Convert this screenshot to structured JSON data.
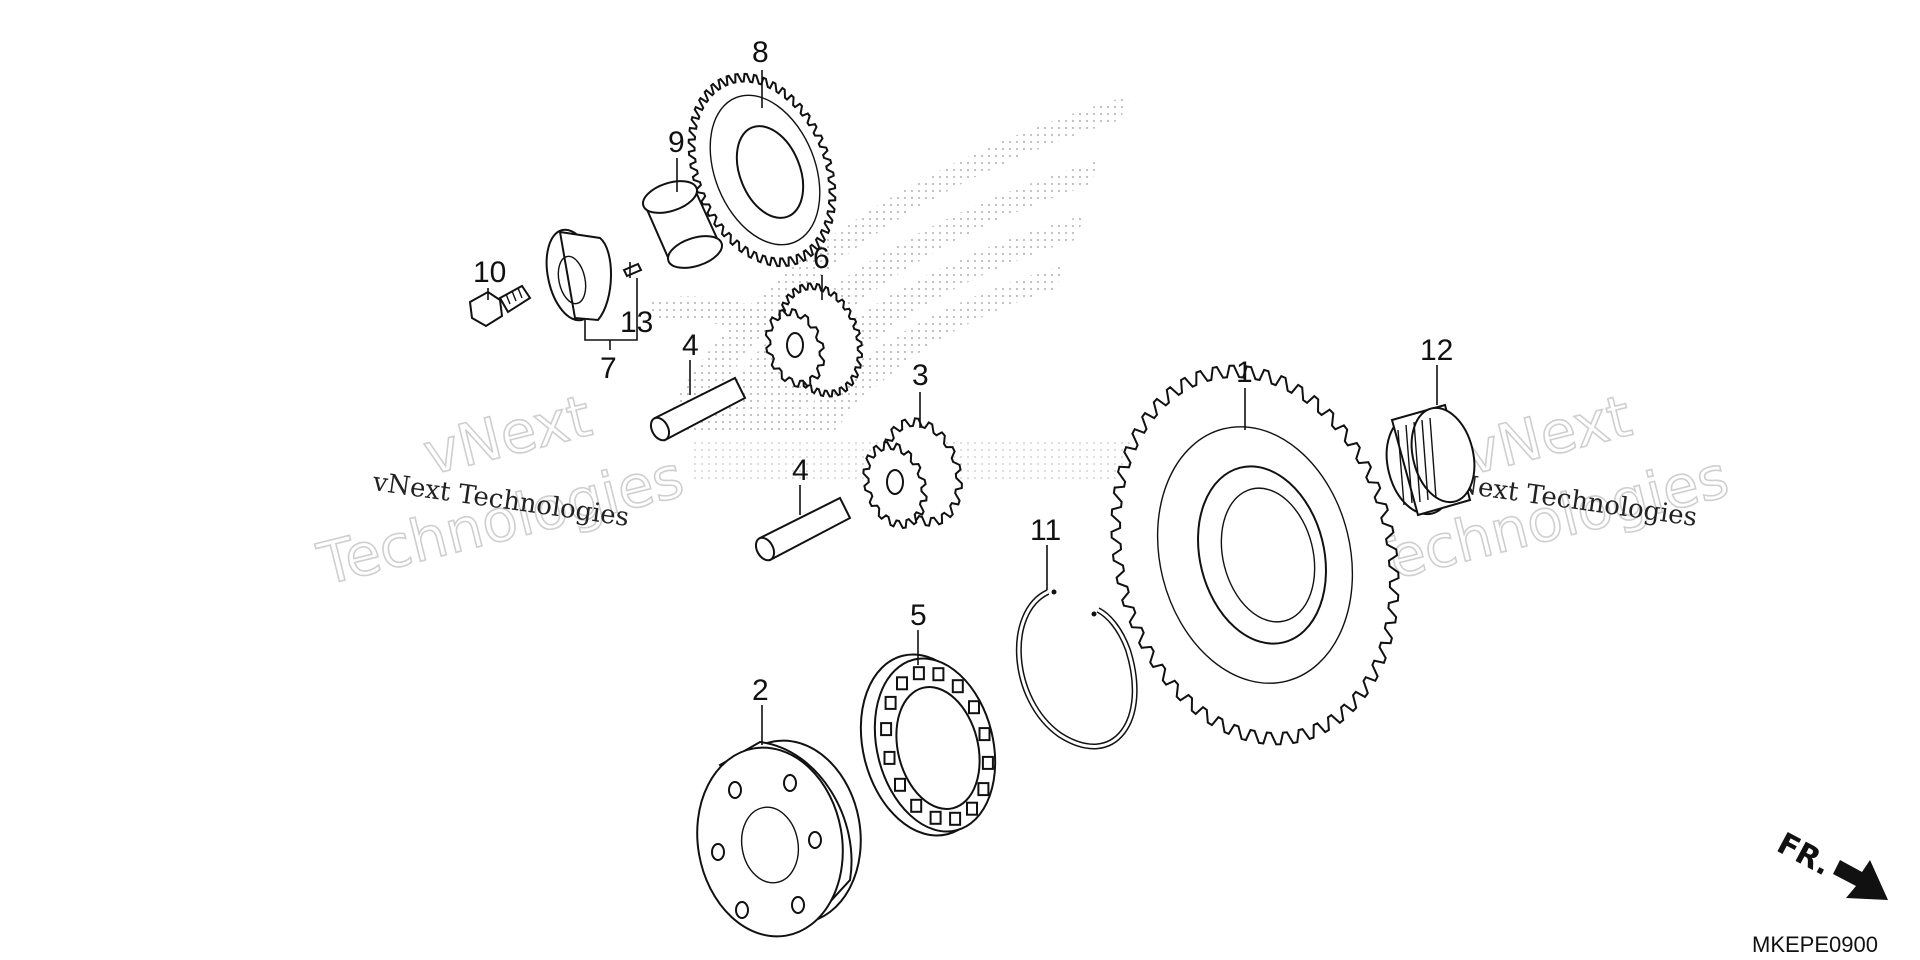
{
  "diagram": {
    "callouts": [
      {
        "id": "1",
        "label": "1"
      },
      {
        "id": "2",
        "label": "2"
      },
      {
        "id": "3",
        "label": "3"
      },
      {
        "id": "4a",
        "label": "4"
      },
      {
        "id": "4b",
        "label": "4"
      },
      {
        "id": "5",
        "label": "5"
      },
      {
        "id": "6",
        "label": "6"
      },
      {
        "id": "7",
        "label": "7"
      },
      {
        "id": "8",
        "label": "8"
      },
      {
        "id": "9",
        "label": "9"
      },
      {
        "id": "10",
        "label": "10"
      },
      {
        "id": "11",
        "label": "11"
      },
      {
        "id": "12",
        "label": "12"
      },
      {
        "id": "13",
        "label": "13"
      }
    ],
    "watermark": {
      "line1": "vNext",
      "line2": "Technologies",
      "small": "vNext Technologies"
    },
    "direction_label": "FR.",
    "diagram_code": "MKEPE0900"
  }
}
